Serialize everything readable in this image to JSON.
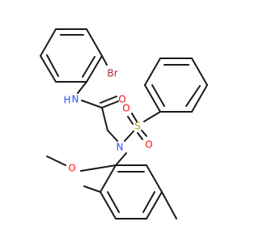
{
  "molecule": {
    "atoms": {
      "bromine": "Br",
      "amide_nitrogen": "N",
      "amide_hydrogen": "H",
      "carbonyl_oxygen": "O",
      "sulfonamide_nitrogen": "N",
      "sulfur": "S",
      "sulfonyl_oxygen_left": "O",
      "sulfonyl_oxygen_lower": "O",
      "methoxy_oxygen": "O"
    },
    "colors": {
      "bond": "#1a1a1a",
      "carbon_text": "#1a1a1a",
      "nitrogen": "#3050f8",
      "oxygen": "#ff0d0d",
      "sulfur": "#b8a000",
      "bromine": "#a62929"
    }
  }
}
